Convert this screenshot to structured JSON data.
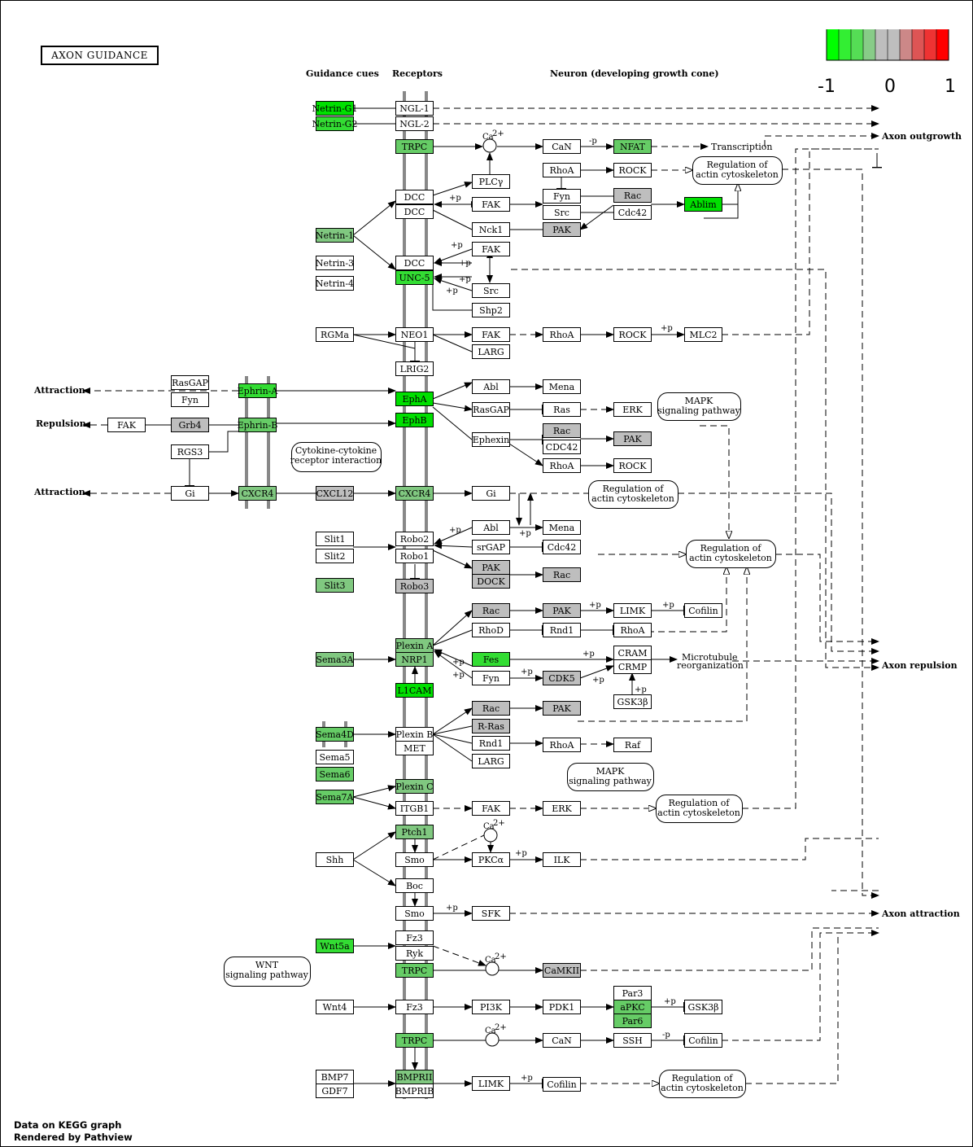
{
  "title": "AXON GUIDANCE",
  "headers": {
    "cues": "Guidance cues",
    "receptors": "Receptors",
    "neuron": "Neuron (developing growth cone)"
  },
  "legend": {
    "colors": [
      "#00ff00",
      "#33ee33",
      "#55dd55",
      "#88cc88",
      "#bebebe",
      "#bebebe",
      "#cc8888",
      "#dd5555",
      "#ee3333",
      "#ff0000"
    ],
    "ticks": [
      "-1",
      "0",
      "1"
    ]
  },
  "footer": {
    "line1": "Data on KEGG graph",
    "line2": "Rendered by Pathview"
  },
  "palette": {
    "g1": "#00e000",
    "g2": "#33dd33",
    "g3": "#66cc66",
    "g4": "#80c880",
    "grey": "#bebebe",
    "white": "#ffffff"
  },
  "outputs": [
    "Axon outgrowth",
    "Axon repulsion",
    "Axon attraction",
    "Attraction",
    "Repulsion",
    "Attraction"
  ],
  "nodes": [
    {
      "t": "Netrin-G1",
      "c": "g1"
    },
    {
      "t": "Netrin-G2",
      "c": "g2"
    },
    {
      "t": "NGL-1",
      "c": "white"
    },
    {
      "t": "NGL-2",
      "c": "white"
    },
    {
      "t": "TRPC",
      "c": "g3"
    },
    {
      "t": "CaN",
      "c": "white"
    },
    {
      "t": "NFAT",
      "c": "g3"
    },
    {
      "t": "PLCγ",
      "c": "white"
    },
    {
      "t": "DCC",
      "c": "white"
    },
    {
      "t": "DCC",
      "c": "white"
    },
    {
      "t": "FAK",
      "c": "white"
    },
    {
      "t": "RhoA",
      "c": "white"
    },
    {
      "t": "ROCK",
      "c": "white"
    },
    {
      "t": "Fyn",
      "c": "white"
    },
    {
      "t": "Src",
      "c": "white"
    },
    {
      "t": "Rac",
      "c": "grey"
    },
    {
      "t": "Cdc42",
      "c": "white"
    },
    {
      "t": "Ablim",
      "c": "g1"
    },
    {
      "t": "Nck1",
      "c": "white"
    },
    {
      "t": "PAK",
      "c": "grey"
    },
    {
      "t": "Netrin-1",
      "c": "g4"
    },
    {
      "t": "FAK",
      "c": "white"
    },
    {
      "t": "DCC",
      "c": "white"
    },
    {
      "t": "UNC-5",
      "c": "g2"
    },
    {
      "t": "Src",
      "c": "white"
    },
    {
      "t": "Netrin-3",
      "c": "white"
    },
    {
      "t": "Netrin-4",
      "c": "white"
    },
    {
      "t": "Shp2",
      "c": "white"
    },
    {
      "t": "RGMa",
      "c": "white"
    },
    {
      "t": "NEO1",
      "c": "white"
    },
    {
      "t": "FAK",
      "c": "white"
    },
    {
      "t": "RhoA",
      "c": "white"
    },
    {
      "t": "ROCK",
      "c": "white"
    },
    {
      "t": "MLC2",
      "c": "white"
    },
    {
      "t": "LARG",
      "c": "white"
    },
    {
      "t": "LRIG2",
      "c": "white"
    },
    {
      "t": "RasGAP",
      "c": "white"
    },
    {
      "t": "Fyn",
      "c": "white"
    },
    {
      "t": "Ephrin-A",
      "c": "g2"
    },
    {
      "t": "EphA",
      "c": "g1"
    },
    {
      "t": "Abl",
      "c": "white"
    },
    {
      "t": "Mena",
      "c": "white"
    },
    {
      "t": "RasGAP",
      "c": "white"
    },
    {
      "t": "Ras",
      "c": "white"
    },
    {
      "t": "ERK",
      "c": "white"
    },
    {
      "t": "FAK",
      "c": "white"
    },
    {
      "t": "Grb4",
      "c": "grey"
    },
    {
      "t": "Ephrin-B",
      "c": "g3"
    },
    {
      "t": "EphB",
      "c": "g1"
    },
    {
      "t": "Rac",
      "c": "grey"
    },
    {
      "t": "Ephexin",
      "c": "white"
    },
    {
      "t": "CDC42",
      "c": "white"
    },
    {
      "t": "PAK",
      "c": "grey"
    },
    {
      "t": "RhoA",
      "c": "white"
    },
    {
      "t": "ROCK",
      "c": "white"
    },
    {
      "t": "RGS3",
      "c": "white"
    },
    {
      "t": "Gi",
      "c": "white"
    },
    {
      "t": "CXCR4",
      "c": "g4"
    },
    {
      "t": "CXCL12",
      "c": "grey"
    },
    {
      "t": "CXCR4",
      "c": "g4"
    },
    {
      "t": "Gi",
      "c": "white"
    },
    {
      "t": "Slit1",
      "c": "white"
    },
    {
      "t": "Robo2",
      "c": "white"
    },
    {
      "t": "Abl",
      "c": "white"
    },
    {
      "t": "Mena",
      "c": "white"
    },
    {
      "t": "Slit2",
      "c": "white"
    },
    {
      "t": "Robo1",
      "c": "white"
    },
    {
      "t": "srGAP",
      "c": "white"
    },
    {
      "t": "Cdc42",
      "c": "white"
    },
    {
      "t": "PAK",
      "c": "grey"
    },
    {
      "t": "DOCK",
      "c": "grey"
    },
    {
      "t": "Rac",
      "c": "grey"
    },
    {
      "t": "Slit3",
      "c": "g4"
    },
    {
      "t": "Robo3",
      "c": "grey"
    },
    {
      "t": "Rac",
      "c": "grey"
    },
    {
      "t": "PAK",
      "c": "grey"
    },
    {
      "t": "LIMK",
      "c": "white"
    },
    {
      "t": "Cofilin",
      "c": "white"
    },
    {
      "t": "RhoD",
      "c": "white"
    },
    {
      "t": "Rnd1",
      "c": "white"
    },
    {
      "t": "RhoA",
      "c": "white"
    },
    {
      "t": "Plexin A",
      "c": "g4"
    },
    {
      "t": "Sema3A",
      "c": "g4"
    },
    {
      "t": "NRP1",
      "c": "g4"
    },
    {
      "t": "Fes",
      "c": "g2"
    },
    {
      "t": "CRAM",
      "c": "white"
    },
    {
      "t": "CRMP",
      "c": "white"
    },
    {
      "t": "Fyn",
      "c": "white"
    },
    {
      "t": "CDK5",
      "c": "grey"
    },
    {
      "t": "GSK3β",
      "c": "white"
    },
    {
      "t": "L1CAM",
      "c": "g1"
    },
    {
      "t": "Rac",
      "c": "grey"
    },
    {
      "t": "PAK",
      "c": "grey"
    },
    {
      "t": "R-Ras",
      "c": "grey"
    },
    {
      "t": "Sema4D",
      "c": "g3"
    },
    {
      "t": "Plexin B",
      "c": "white"
    },
    {
      "t": "MET",
      "c": "white"
    },
    {
      "t": "Rnd1",
      "c": "white"
    },
    {
      "t": "RhoA",
      "c": "white"
    },
    {
      "t": "Raf",
      "c": "white"
    },
    {
      "t": "LARG",
      "c": "white"
    },
    {
      "t": "Sema5",
      "c": "white"
    },
    {
      "t": "Sema6",
      "c": "g3"
    },
    {
      "t": "Plexin C",
      "c": "g4"
    },
    {
      "t": "Sema7A",
      "c": "g3"
    },
    {
      "t": "ITGB1",
      "c": "white"
    },
    {
      "t": "FAK",
      "c": "white"
    },
    {
      "t": "ERK",
      "c": "white"
    },
    {
      "t": "Ptch1",
      "c": "g4"
    },
    {
      "t": "Shh",
      "c": "white"
    },
    {
      "t": "Smo",
      "c": "white"
    },
    {
      "t": "PKCα",
      "c": "white"
    },
    {
      "t": "ILK",
      "c": "white"
    },
    {
      "t": "Boc",
      "c": "white"
    },
    {
      "t": "Smo",
      "c": "white"
    },
    {
      "t": "SFK",
      "c": "white"
    },
    {
      "t": "Fz3",
      "c": "white"
    },
    {
      "t": "Wnt5a",
      "c": "g2"
    },
    {
      "t": "Ryk",
      "c": "white"
    },
    {
      "t": "TRPC",
      "c": "g3"
    },
    {
      "t": "CaMKII",
      "c": "grey"
    },
    {
      "t": "Par3",
      "c": "white"
    },
    {
      "t": "Wnt4",
      "c": "white"
    },
    {
      "t": "Fz3",
      "c": "white"
    },
    {
      "t": "PI3K",
      "c": "white"
    },
    {
      "t": "PDK1",
      "c": "white"
    },
    {
      "t": "aPKC",
      "c": "g3"
    },
    {
      "t": "GSK3β",
      "c": "white"
    },
    {
      "t": "Par6",
      "c": "g3"
    },
    {
      "t": "TRPC",
      "c": "g3"
    },
    {
      "t": "CaN",
      "c": "white"
    },
    {
      "t": "SSH",
      "c": "white"
    },
    {
      "t": "Cofilin",
      "c": "white"
    },
    {
      "t": "BMP7",
      "c": "white"
    },
    {
      "t": "BMPRII",
      "c": "g4"
    },
    {
      "t": "GDF7",
      "c": "white"
    },
    {
      "t": "BMPRIB",
      "c": "white"
    },
    {
      "t": "LIMK",
      "c": "white"
    },
    {
      "t": "Cofilin",
      "c": "white"
    }
  ],
  "pathways": [
    {
      "l1": "Regulation of",
      "l2": "actin cytoskeleton"
    },
    {
      "l1": "MAPK",
      "l2": "signaling pathway"
    },
    {
      "l1": "Cytokine-cytokine",
      "l2": "receptor interaction"
    },
    {
      "l1": "Regulation of",
      "l2": "actin cytoskeleton"
    },
    {
      "l1": "Regulation of",
      "l2": "actin cytoskeleton"
    },
    {
      "l1": "MAPK",
      "l2": "signaling pathway"
    },
    {
      "l1": "Regulation of",
      "l2": "actin cytoskeleton"
    },
    {
      "l1": "WNT",
      "l2": "signaling pathway"
    },
    {
      "l1": "Regulation of",
      "l2": "actin cytoskeleton"
    }
  ],
  "labels": {
    "transcription": "Transcription",
    "microtubule1": "Microtubule",
    "microtubule2": "reorganization",
    "ca": "Ca",
    "ca_sup": "2+"
  },
  "signs": [
    "+p",
    "-p"
  ]
}
